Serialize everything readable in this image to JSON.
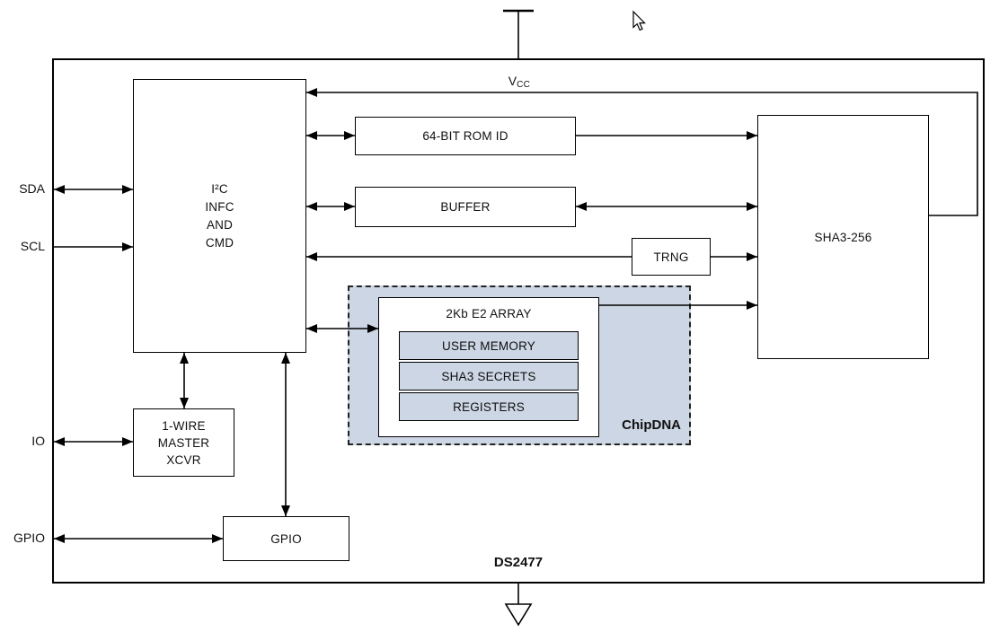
{
  "diagram": {
    "chip_label": "DS2477",
    "power_label": {
      "main": "V",
      "sub": "CC"
    },
    "pins": {
      "sda": "SDA",
      "scl": "SCL",
      "io": "IO",
      "gpio": "GPIO"
    },
    "blocks": {
      "i2c": {
        "lines": [
          "I²C",
          "INFC",
          "AND",
          "CMD"
        ]
      },
      "rom_id": {
        "label": "64-BIT ROM ID"
      },
      "buffer": {
        "label": "BUFFER"
      },
      "trng": {
        "label": "TRNG"
      },
      "sha3": {
        "label": "SHA3-256"
      },
      "e2_array": {
        "label": "2Kb E2 ARRAY",
        "rows": [
          "USER MEMORY",
          "SHA3 SECRETS",
          "REGISTERS"
        ]
      },
      "chipdna": {
        "label": "ChipDNA"
      },
      "onewire": {
        "lines": [
          "1-WIRE",
          "MASTER",
          "XCVR"
        ]
      },
      "gpio": {
        "label": "GPIO"
      }
    },
    "colors": {
      "chipdna_fill": "#ccd6e4",
      "wire": "#000000",
      "background": "#ffffff"
    }
  }
}
